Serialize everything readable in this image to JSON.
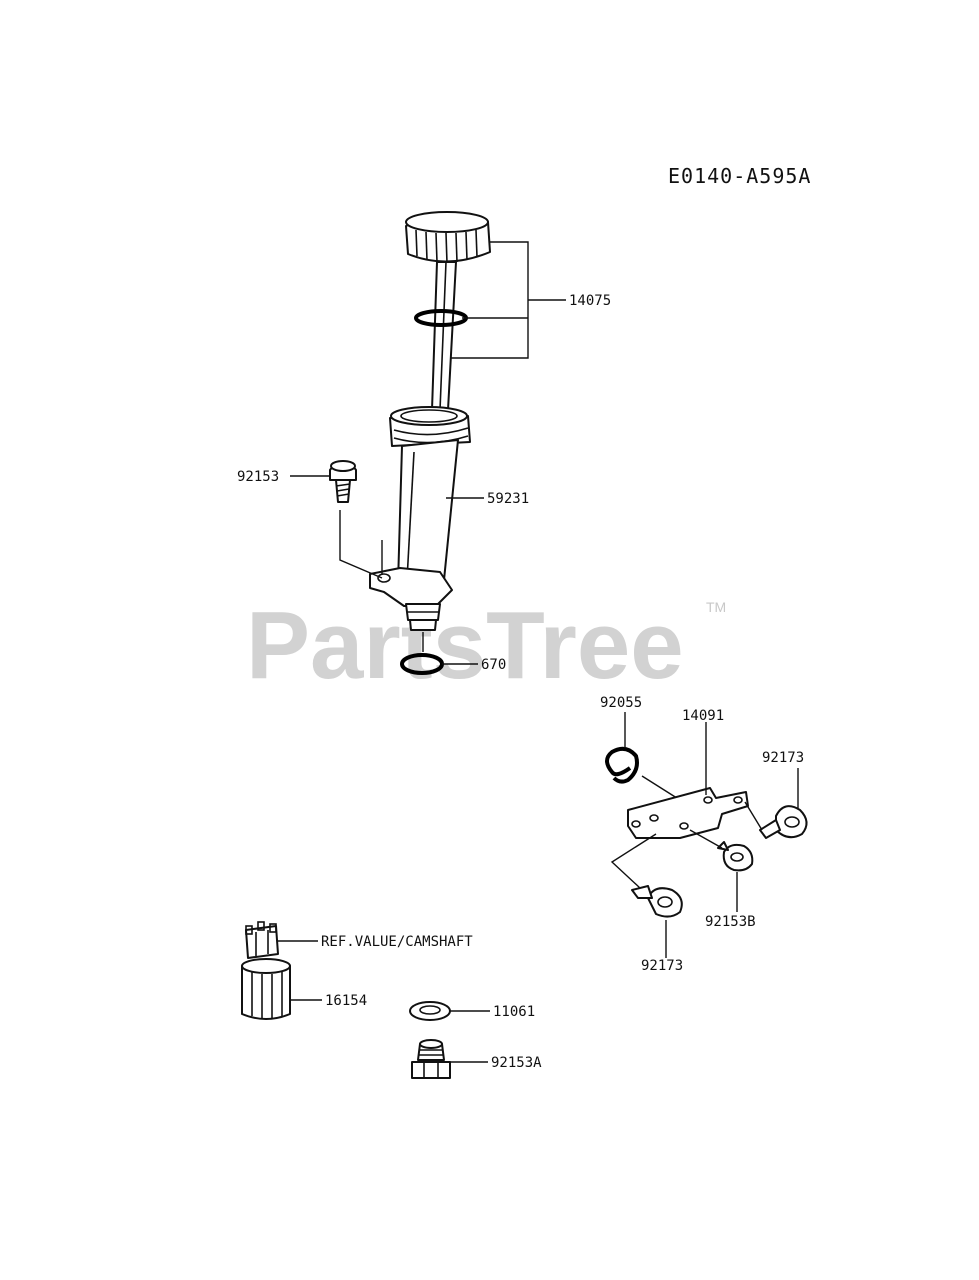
{
  "diagram_code": "E0140-A595A",
  "watermark": {
    "brand": "PartsTree",
    "tm": "TM"
  },
  "labels": {
    "p14075": "14075",
    "p92153": "92153",
    "p59231": "59231",
    "p670": "670",
    "p92055": "92055",
    "p14091": "14091",
    "p92173_right": "92173",
    "p92153B": "92153B",
    "p92173_bottom": "92173",
    "p_ref": "REF.VALUE/CAMSHAFT",
    "p16154": "16154",
    "p11061": "11061",
    "p92153A": "92153A"
  }
}
